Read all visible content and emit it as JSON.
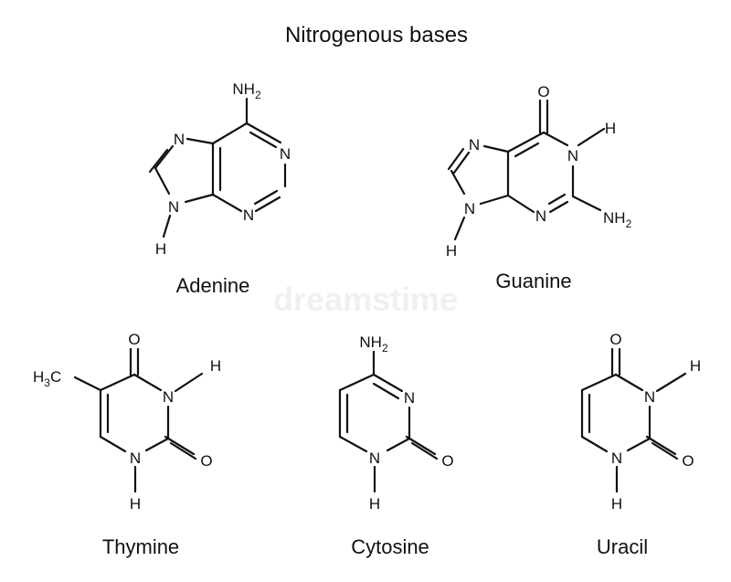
{
  "title": "Nitrogenous bases",
  "watermark": "dreamstime",
  "molecules": {
    "adenine": {
      "name": "Adenine",
      "atoms": {
        "n_top": "N",
        "n_right": "N",
        "n_bottom": "N",
        "n_nh": "N",
        "h": "H",
        "nh2_main": "NH",
        "nh2_sub": "2"
      }
    },
    "guanine": {
      "name": "Guanine",
      "atoms": {
        "n_top": "N",
        "n_nh_left": "N",
        "h_left": "H",
        "o": "O",
        "n_right": "N",
        "h_right": "H",
        "n_bottom": "N",
        "nh2_main": "NH",
        "nh2_sub": "2"
      }
    },
    "thymine": {
      "name": "Thymine",
      "atoms": {
        "ch3_h": "H",
        "ch3_sub": "3",
        "ch3_c": "C",
        "o_top": "O",
        "n3": "N",
        "h3": "H",
        "n1": "N",
        "h1": "H",
        "o2": "O"
      }
    },
    "cytosine": {
      "name": "Cytosine",
      "atoms": {
        "nh2_main": "NH",
        "nh2_sub": "2",
        "n3": "N",
        "n1": "N",
        "h1": "H",
        "o2": "O"
      }
    },
    "uracil": {
      "name": "Uracil",
      "atoms": {
        "o_top": "O",
        "n3": "N",
        "h3": "H",
        "n1": "N",
        "h1": "H",
        "o2": "O"
      }
    }
  }
}
